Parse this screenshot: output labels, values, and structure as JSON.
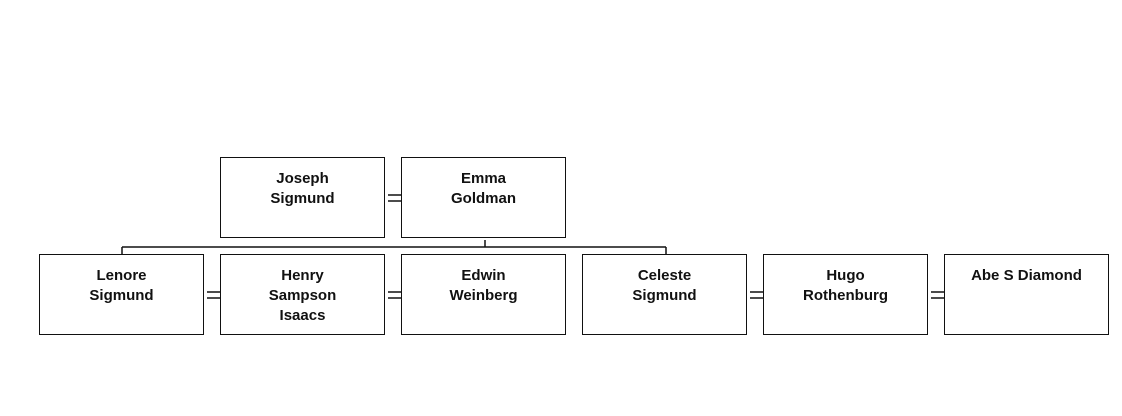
{
  "tree": {
    "parents": [
      {
        "name": "Joseph Sigmund",
        "lines": [
          "Joseph",
          "Sigmund"
        ]
      },
      {
        "name": "Emma Goldman",
        "lines": [
          "Emma",
          "Goldman"
        ]
      }
    ],
    "children": [
      {
        "name": "Lenore Sigmund",
        "lines": [
          "Lenore",
          "Sigmund"
        ]
      },
      {
        "name": "Henry Sampson Isaacs",
        "lines": [
          "Henry",
          "Sampson",
          "Isaacs"
        ]
      },
      {
        "name": "Edwin Weinberg",
        "lines": [
          "Edwin",
          "Weinberg"
        ]
      },
      {
        "name": "Celeste Sigmund",
        "lines": [
          "Celeste",
          "Sigmund"
        ]
      },
      {
        "name": "Hugo Rothenburg",
        "lines": [
          "Hugo",
          "Rothenburg"
        ]
      },
      {
        "name": "Abe S Diamond",
        "lines": [
          "Abe S Diamond"
        ]
      }
    ]
  }
}
